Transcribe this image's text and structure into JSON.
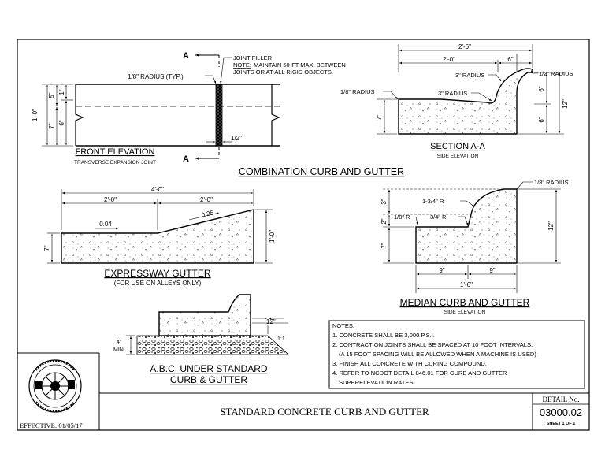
{
  "combination": {
    "title": "COMBINATION CURB AND GUTTER",
    "front": {
      "title": "FRONT ELEVATION",
      "subtitle": "TRANSVERSE EXPANSION JOINT",
      "section_mark": "A",
      "radius_note": "1/8\" RADIUS (TYP.)",
      "joint_filler": "JOINT FILLER",
      "note_label": "NOTE:",
      "note_line1": "MAINTAIN 50-FT MAX. BETWEEN",
      "note_line2": "JOINTS OR AT ALL RIGID OBJECTS.",
      "dim_total": "1'-0\"",
      "dim_upper": "5\"",
      "dim_lower": "7\"",
      "dim_top": "1\"",
      "dim_bottom": "6\"",
      "dim_joint": "1/2\""
    },
    "section": {
      "title": "SECTION A-A",
      "subtitle": "SIDE ELEVATION",
      "dim_total": "2'-6\"",
      "dim_gutter": "2'-0\"",
      "dim_curb": "6\"",
      "r3a": "3\" RADIUS",
      "r3b": "3\" RADIUS",
      "r_half": "1/2\" RADIUS",
      "r_eighth": "1/8\" RADIUS",
      "dim_h": "12\"",
      "dim_h6a": "6\"",
      "dim_h6b": "6\"",
      "dim_h7": "7\""
    }
  },
  "expressway": {
    "title": "EXPRESSWAY GUTTER",
    "subtitle": "(FOR USE ON ALLEYS ONLY)",
    "dim_total": "4'-0\"",
    "dim_left": "2'-0\"",
    "dim_right": "2'-0\"",
    "slope1": "0.04",
    "slope2": "0.25",
    "dim_left_h": "7\"",
    "dim_right_h": "1'-0\""
  },
  "median": {
    "title": "MEDIAN CURB AND GUTTER",
    "subtitle": "SIDE ELEVATION",
    "r_eighth_top": "1/8\" RADIUS",
    "r_134": "1-3/4\" R",
    "r_eighth": "1/8\" R",
    "r_34": "3/4\" R",
    "dim_3a": "3\"",
    "dim_2": "2\"",
    "dim_7": "7\"",
    "dim_12": "12\"",
    "dim_9a": "9\"",
    "dim_9b": "9\"",
    "dim_total": "1'-6\""
  },
  "abc": {
    "title_line1": "A.B.C. UNDER STANDARD",
    "title_line2": "CURB & GUTTER",
    "dim_width": "12\"",
    "dim_depth": "4\"",
    "dim_min": "MIN.",
    "slope": "1:1"
  },
  "notes": {
    "heading": "NOTES:",
    "items": [
      "1. CONCRETE SHALL BE 3,000 P.S.I.",
      "2. CONTRACTION JOINTS SHALL BE SPACED AT 10 FOOT INTERVALS.",
      "(A 15 FOOT SPACING WILL BE ALLOWED WHEN A MACHINE IS USED)",
      "3. FINISH ALL CONCRETE WITH CURING COMPOUND.",
      "4. REFER TO NCDOT DETAIL 846.01 FOR CURB AND GUTTER",
      "SUPERELEVATION RATES."
    ]
  },
  "title_block": {
    "title": "STANDARD CONCRETE CURB AND GUTTER",
    "effective": "EFFECTIVE: 01/05/17",
    "detail_label": "DETAIL No.",
    "detail_number": "03000.02",
    "sheet": "SHEET 1 OF 1"
  }
}
